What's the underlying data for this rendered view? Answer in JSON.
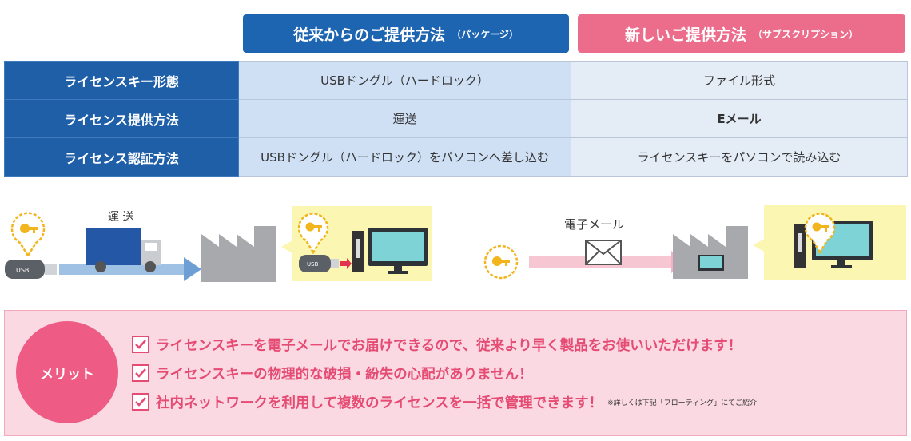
{
  "header": {
    "old_title": "従来からのご提供方法",
    "old_sub": "（パッケージ）",
    "new_title": "新しいご提供方法",
    "new_sub": "（サブスクリプション）"
  },
  "table": {
    "rows": [
      {
        "label": "ライセンスキー形態",
        "old": "USBドングル（ハードロック）",
        "new": "ファイル形式"
      },
      {
        "label": "ライセンス提供方法",
        "old": "運送",
        "new": "Eメール"
      },
      {
        "label": "ライセンス認証方法",
        "old": "USBドングル（ハードロック）をパソコンへ差し込む",
        "new": "ライセンスキーをパソコンで読み込む"
      }
    ]
  },
  "diagram": {
    "left_label": "運 送",
    "right_label": "電子メール",
    "usb_text": "USB",
    "key_icon": "key-icon",
    "colors": {
      "bubble": "#fbf7b2",
      "key_ring": "#f2b51d",
      "arrow_blue": "#9fc1e3",
      "arrow_pink": "#f6c6d3"
    }
  },
  "merits": {
    "badge": "メリット",
    "items": [
      "ライセンスキーを電子メールでお届けできるので、従来より早く製品をお使いいただけます！",
      "ライセンスキーの物理的な破損・紛失の心配がありません！",
      "社内ネットワークを利用して複数のライセンスを一括で管理できます！"
    ],
    "note": "※詳しくは下記「フローティング」にてご紹介"
  }
}
